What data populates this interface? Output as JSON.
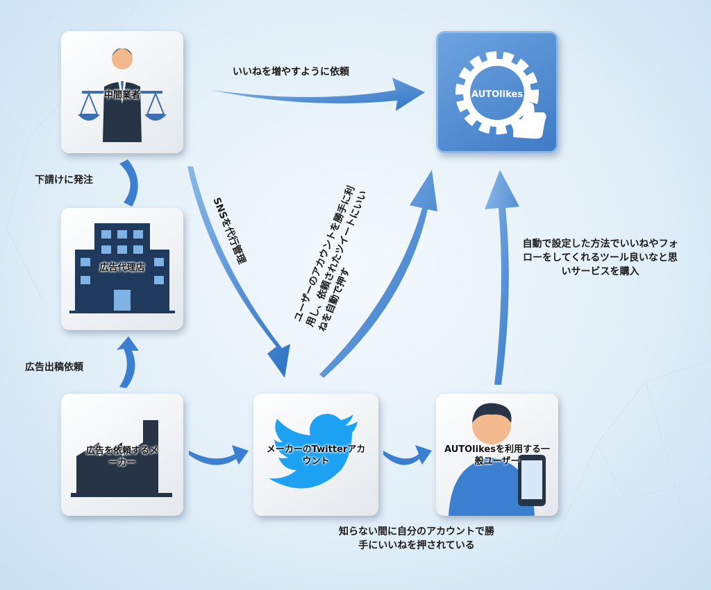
{
  "nodes": {
    "broker": "中間業者",
    "agency": "広告代理店",
    "maker": "広告を依頼するメーカー",
    "twitter": "メーカーのTwitterアカウント",
    "user": "AUTOlikesを利用する一般ユーザー",
    "autolikes": "AUTOlikes"
  },
  "edges": {
    "broker_to_autolikes": "いいねを増やすように依頼",
    "broker_to_agency": "下請けに発注",
    "agency_to_broker": "広告出稿依頼",
    "broker_to_twitter": "SNSを代行管理",
    "autolikes_to_twitter": "ユーザーのアカウントを勝手に利用し、依頼されたツイートにいいねを自動で押す",
    "user_to_autolikes": "自動で設定した方法でいいねやフォローをしてくれるツール良いなと思いサービスを購入",
    "user_note": "知らない間に自分のアカウントで勝手にいいねを押されている"
  },
  "colors": {
    "arrow": "#3b7fd0",
    "twitter": "#1da1f2",
    "card_blue": "#4a86cc"
  }
}
